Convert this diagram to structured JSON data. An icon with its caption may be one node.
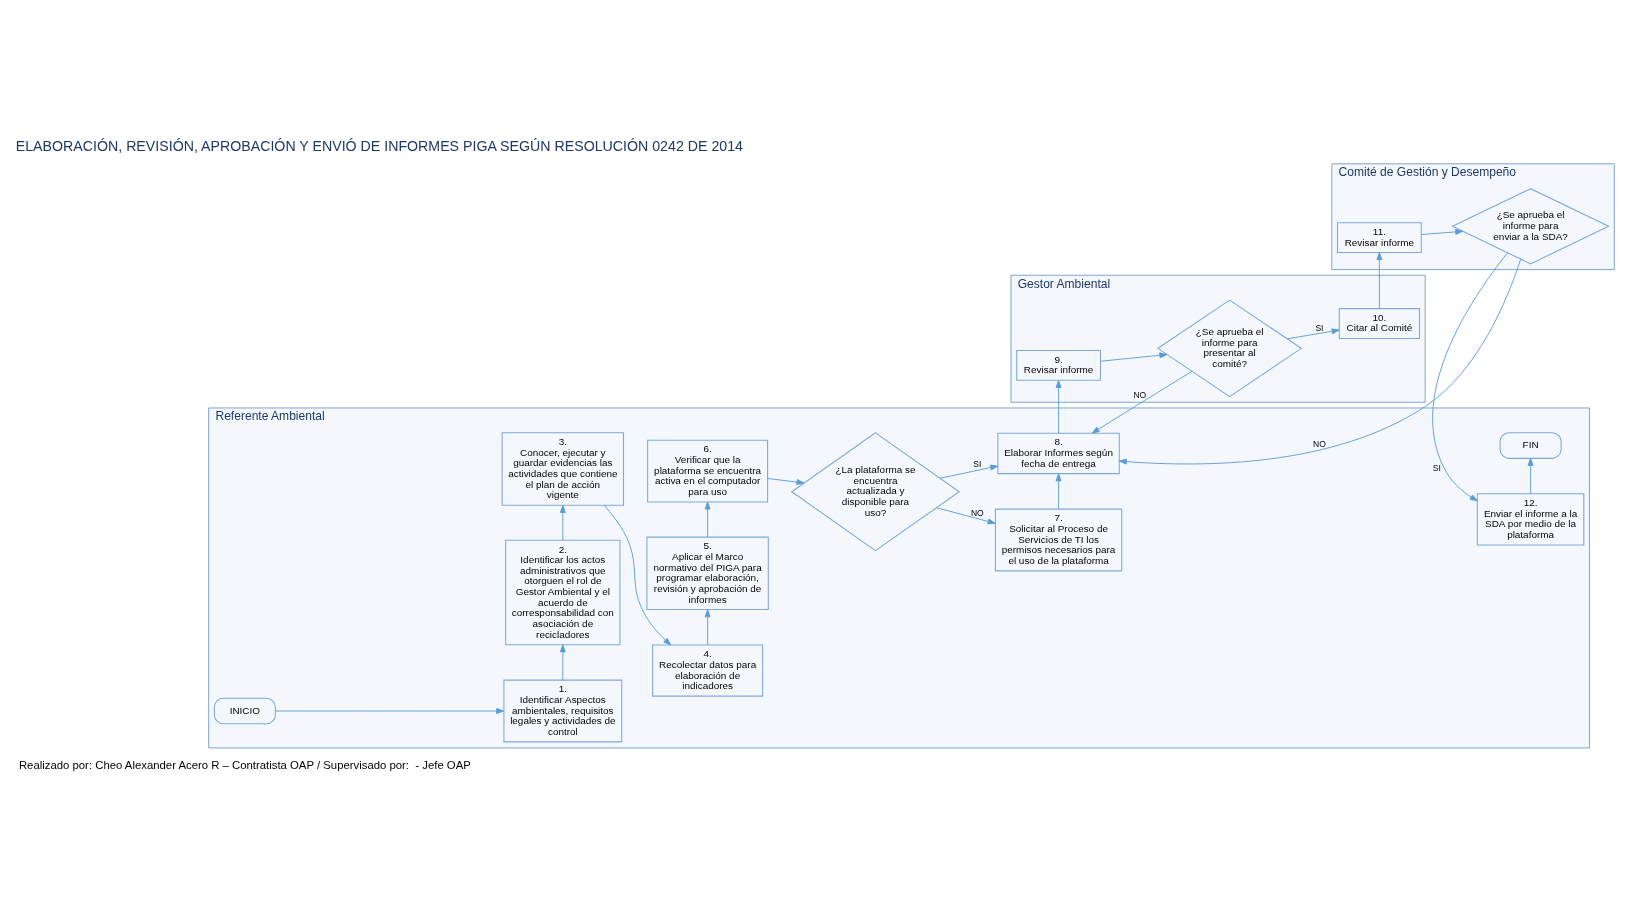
{
  "diagram": {
    "title": "ELABORACIÓN, REVISIÓN, APROBACIÓN Y ENVIÓ DE INFORMES PIGA SEGÚN RESOLUCIÓN 0242 DE 2014",
    "nodes": [
      {
        "text": [
          "Comité de Gestión y Desempeño"
        ]
      },
      {
        "text": [
          "Gestor Ambiental"
        ]
      },
      {
        "text": [
          "Referente Ambiental"
        ]
      },
      {
        "text": [
          "INICIO"
        ],
        "in": 2
      },
      {
        "text": [
          "1.",
          "Identificar Aspectos ambientales, requisitos legales y actividades de control"
        ],
        "in": 2
      },
      {
        "text": [
          "2.",
          "Identificar los actos administrativos que otorguen el rol de Gestor Ambiental y el acuerdo de corresponsabilidad con asociación de recicladores"
        ],
        "in": 2
      },
      {
        "text": [
          "3.",
          "Conocer, ejecutar y guardar evidencias las actividades que contiene el plan de acción vigente"
        ],
        "in": 2
      },
      {
        "text": [
          "4.",
          "Recolectar datos para elaboración de indicadores"
        ],
        "in": 2
      },
      {
        "text": [
          "5.",
          "Aplicar el Marco normativo del PIGA para programar elaboración, revisión y aprobación de informes"
        ],
        "in": 2
      },
      {
        "text": [
          "6.",
          "Verificar que la plataforma se encuentra activa en el computador para uso"
        ],
        "in": 2
      },
      {
        "text": [
          "¿La plataforma se encuentra actualizada y disponible para uso?"
        ],
        "in": 2
      },
      {
        "text": [
          "7.",
          "Solicitar al Proceso de Servicios de TI los permisos necesarios para el uso de la plataforma"
        ],
        "in": 2
      },
      {
        "text": [
          "8.",
          "Elaborar Informes según fecha de entrega"
        ],
        "in": 2
      },
      {
        "text": [
          "9.",
          "Revisar informe"
        ],
        "in": 1
      },
      {
        "text": [
          "¿Se aprueba el informe para presentar al comité?"
        ],
        "in": 1
      },
      {
        "text": [
          "10.",
          "Citar al Comité"
        ],
        "in": 1
      },
      {
        "text": [
          "11.",
          "Revisar informe"
        ],
        "in": 0
      },
      {
        "text": [
          "¿Se aprueba el informe para enviar a la SDA?"
        ],
        "in": 0
      },
      {
        "text": [
          "12.",
          "Enviar el informe a la SDA por medio de la plataforma"
        ],
        "in": 2
      },
      {
        "text": [
          "FIN"
        ],
        "in": 2
      }
    ],
    "edges": [
      {
        "from": 3,
        "to": 4,
        "arrow": "to"
      },
      {
        "from": 4,
        "to": 5,
        "arrow": "to"
      },
      {
        "from": 5,
        "to": 6,
        "arrow": "to"
      },
      {
        "from": 6,
        "to": 7,
        "arrow": "to"
      },
      {
        "from": 7,
        "to": 8,
        "arrow": "to"
      },
      {
        "from": 8,
        "to": 9,
        "arrow": "to"
      },
      {
        "from": 9,
        "to": 10,
        "arrow": "to"
      },
      {
        "from": 10,
        "to": 12,
        "arrow": "to",
        "label": "SI"
      },
      {
        "from": 10,
        "to": 11,
        "arrow": "to",
        "label": "NO"
      },
      {
        "from": 11,
        "to": 12,
        "arrow": "to"
      },
      {
        "from": 12,
        "to": 13,
        "arrow": "to"
      },
      {
        "from": 13,
        "to": 14,
        "arrow": "to"
      },
      {
        "from": 14,
        "to": 15,
        "arrow": "to",
        "label": "SI"
      },
      {
        "from": 14,
        "to": 12,
        "arrow": "to",
        "label": "NO"
      },
      {
        "from": 15,
        "to": 16,
        "arrow": "to"
      },
      {
        "from": 16,
        "to": 17,
        "arrow": "to"
      },
      {
        "from": 17,
        "to": 18,
        "arrow": "to",
        "label": "SI"
      },
      {
        "from": 17,
        "to": 12,
        "arrow": "to",
        "label": "NO"
      },
      {
        "from": 18,
        "to": 19,
        "arrow": "to"
      }
    ],
    "labels": [
      "Realizado por: Cheo Alexander Acero R – Contratista OAP / Supervisado por:  - Jefe OAP"
    ]
  }
}
